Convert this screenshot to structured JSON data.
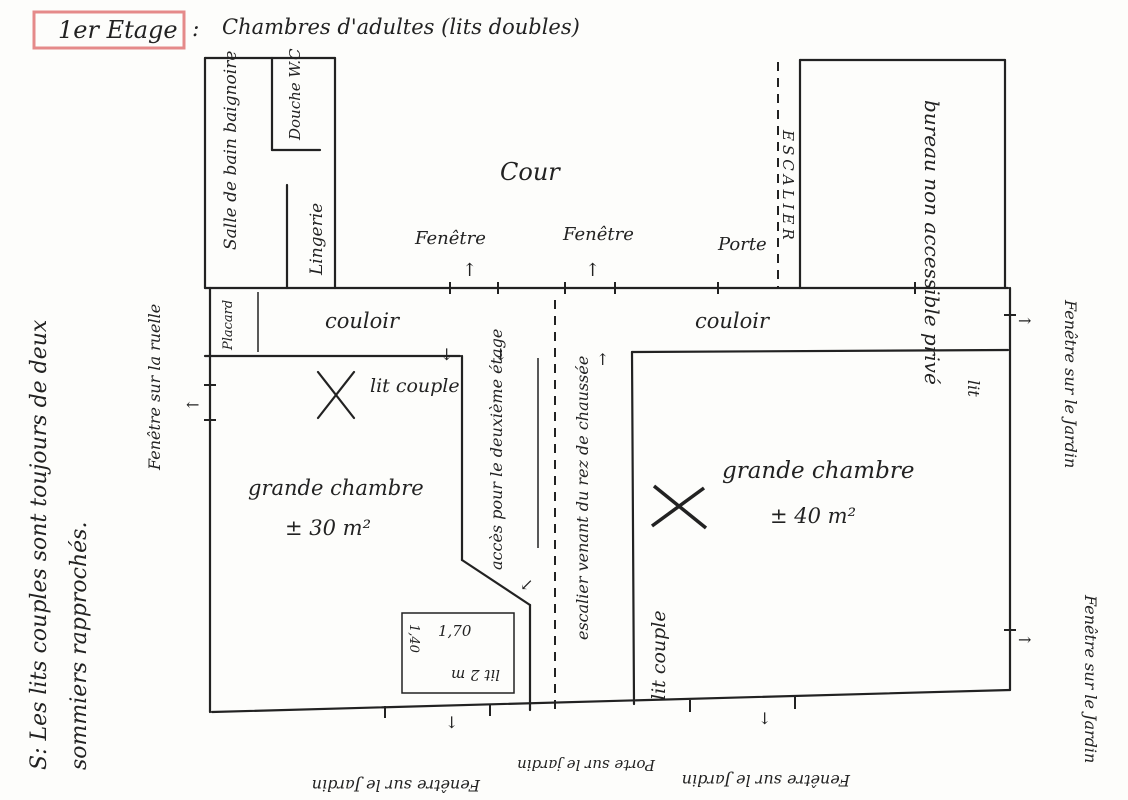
{
  "header": {
    "floor_label": "1er Etage",
    "separator": ":",
    "title": "Chambres d'adultes (lits doubles)"
  },
  "rooms": {
    "salle_de_bain": "Salle de bain baignoire",
    "douche_wc": "Douche W.C",
    "lingerie": "Lingerie",
    "placard": "Placard",
    "cour": "Cour",
    "bureau": "bureau non accessible privé",
    "escalier": "ESCALIER",
    "couloir_left": "couloir",
    "couloir_right": "couloir",
    "grande_chambre_left": "grande chambre",
    "area_left": "± 30 m²",
    "grande_chambre_right": "grande chambre",
    "area_right": "± 40 m²",
    "lit_couple_left": "lit couple",
    "lit_couple_right": "lit couple",
    "acces": "accès pour le deuxième étage",
    "escalier_venant": "escalier venant du rez de chaussée",
    "lit_small": "lit",
    "bed_dim_w": "1,70",
    "bed_dim_h": "1,40",
    "bed_label": "lit 2 m"
  },
  "openings": {
    "fenetre_1": "Fenêtre",
    "fenetre_2": "Fenêtre",
    "porte": "Porte",
    "fenetre_ruelle": "Fenêtre sur la ruelle",
    "fenetre_jardin_r1": "Fenêtre sur le Jardin",
    "fenetre_jardin_r2": "Fenêtre sur le Jardin",
    "fenetre_jardin_b1": "Fenêtre sur le Jardin",
    "porte_jardin": "Porte sur le jardin",
    "fenetre_jardin_b2": "Fenêtre sur le Jardin"
  },
  "side_note": {
    "line1": "S: Les lits couples sont toujours de deux",
    "line2": "sommiers rapprochés."
  }
}
